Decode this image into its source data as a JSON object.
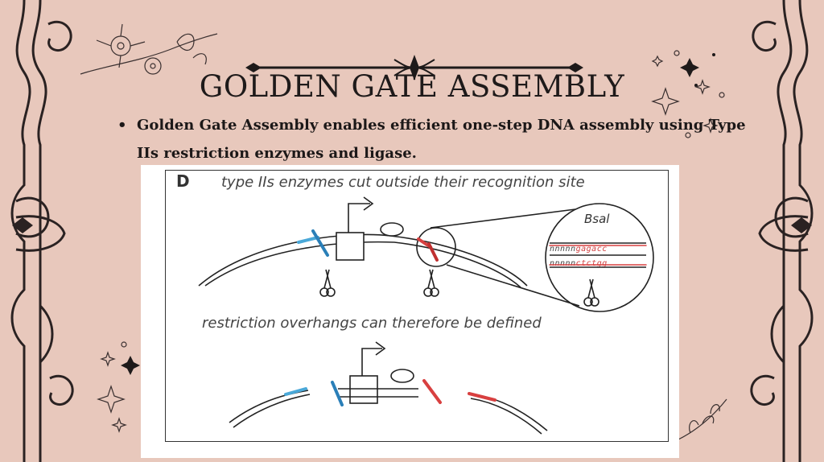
{
  "slide": {
    "title": "GOLDEN GATE ASSEMBLY",
    "bullets": [
      {
        "bullet": "•",
        "text": "Golden Gate Assembly enables efficient one-step DNA assembly using Type IIs restriction enzymes and ligase."
      }
    ]
  },
  "figure": {
    "panel_letter": "D",
    "caption_top": "type IIs enzymes cut outside their recognition site",
    "caption_bottom": "restriction overhangs can therefore be defined",
    "enzyme_label": "Bsal",
    "seq_top_plain": "nnnnn",
    "seq_top_red": "gagacc",
    "seq_bottom_plain": "nnnnn",
    "seq_bottom_red": "ctctgg"
  },
  "colors": {
    "background": "#e8c8bc",
    "ink": "#1e1a1a",
    "blue_cut": "#4aa8d8",
    "red_cut": "#d84040"
  }
}
